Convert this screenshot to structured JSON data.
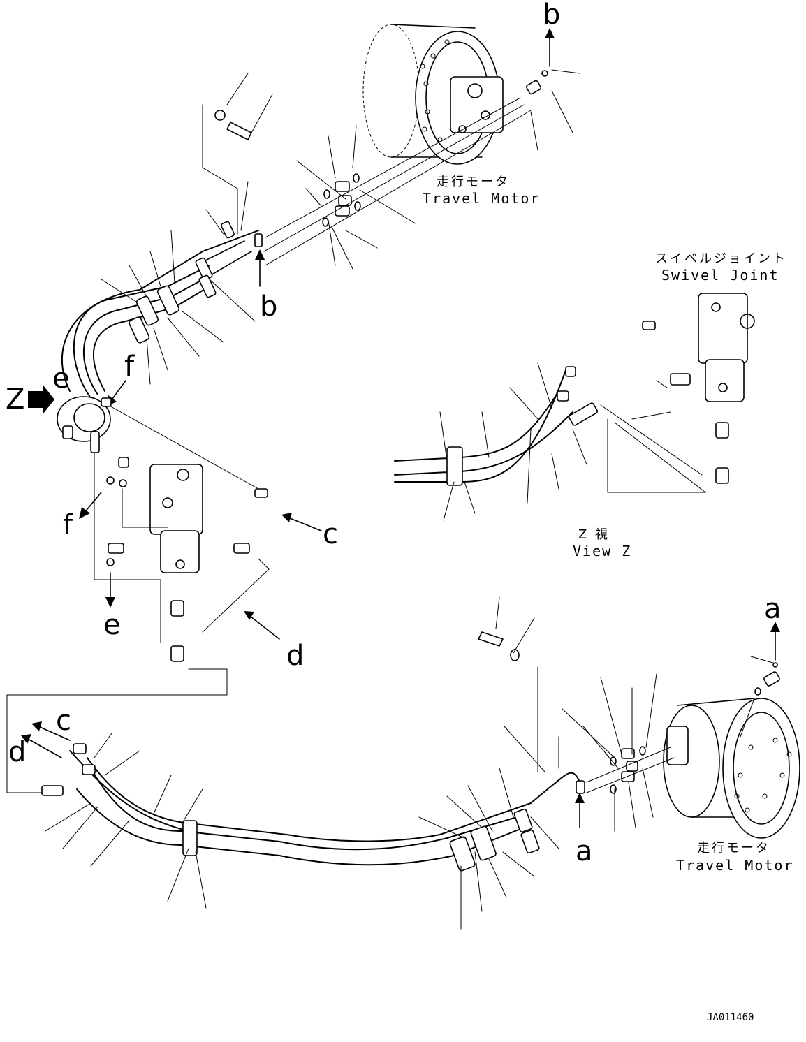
{
  "labels": {
    "travel_motor_jp_top": "走行モータ",
    "travel_motor_en_top": "Travel Motor",
    "swivel_joint_jp": "スイベルジョイント",
    "swivel_joint_en": "Swivel Joint",
    "view_z_jp": "Z 視",
    "view_z_en": "View Z",
    "travel_motor_jp_bottom": "走行モータ",
    "travel_motor_en_bottom": "Travel Motor",
    "z_marker": "Z",
    "drawing_id": "JA011460"
  },
  "refs": {
    "a": "a",
    "b": "b",
    "c": "c",
    "d": "d",
    "e": "e",
    "f": "f"
  }
}
